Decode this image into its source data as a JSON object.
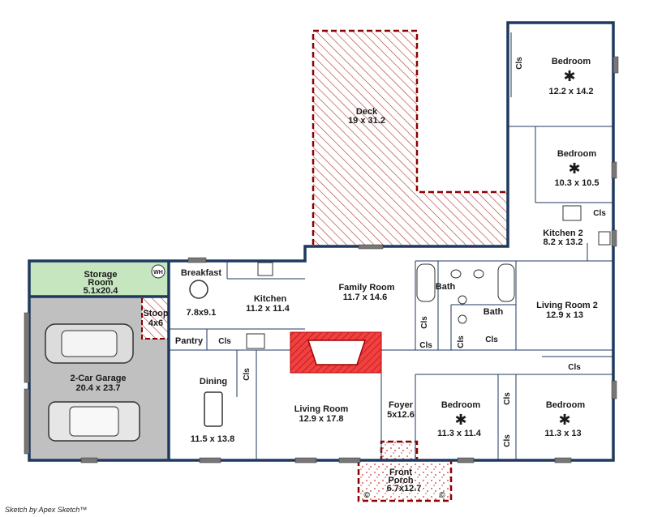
{
  "credit": "Sketch by Apex Sketch™",
  "rooms": [
    {
      "id": "deck",
      "name": "Deck",
      "dims": "19 x 31.2"
    },
    {
      "id": "bedroom1",
      "name": "Bedroom",
      "dims": "12.2 x 14.2"
    },
    {
      "id": "bedroom2",
      "name": "Bedroom",
      "dims": "10.3 x 10.5"
    },
    {
      "id": "kitchen2",
      "name": "Kitchen 2",
      "dims": "8.2 x 13.2"
    },
    {
      "id": "storage",
      "name": "Storage\nRoom",
      "dims": "5.1x20.4"
    },
    {
      "id": "breakfast",
      "name": "Breakfast",
      "dims": "7.8x9.1"
    },
    {
      "id": "kitchen",
      "name": "Kitchen",
      "dims": "11.2 x 11.4"
    },
    {
      "id": "family",
      "name": "Family Room",
      "dims": "11.7 x 14.6"
    },
    {
      "id": "stoop",
      "name": "Stoop",
      "dims": "4x6"
    },
    {
      "id": "garage",
      "name": "2-Car Garage",
      "dims": "20.4 x 23.7"
    },
    {
      "id": "pantry",
      "name": "Pantry",
      "dims": ""
    },
    {
      "id": "dining",
      "name": "Dining",
      "dims": "11.5 x 13.8"
    },
    {
      "id": "living",
      "name": "Living Room",
      "dims": "12.9 x 17.8"
    },
    {
      "id": "foyer",
      "name": "Foyer",
      "dims": "5x12.6"
    },
    {
      "id": "bedroom3",
      "name": "Bedroom",
      "dims": "11.3 x 11.4"
    },
    {
      "id": "bedroom4",
      "name": "Bedroom",
      "dims": "11.3 x 13"
    },
    {
      "id": "living2",
      "name": "Living Room 2",
      "dims": "12.9 x 13"
    },
    {
      "id": "frontporch",
      "name": "Front\nPorch",
      "dims": "6.7x12.7"
    },
    {
      "id": "bath1",
      "name": "Bath",
      "dims": ""
    },
    {
      "id": "bath2",
      "name": "Bath",
      "dims": ""
    }
  ],
  "closet_label": "Cls",
  "water_heater_label": "WH",
  "colors": {
    "wall": "#1f3a5f",
    "hatch": "#8b0000",
    "garage": "#c0c0c0",
    "storage": "#c6e6c0",
    "fireplace": "#e01010"
  }
}
